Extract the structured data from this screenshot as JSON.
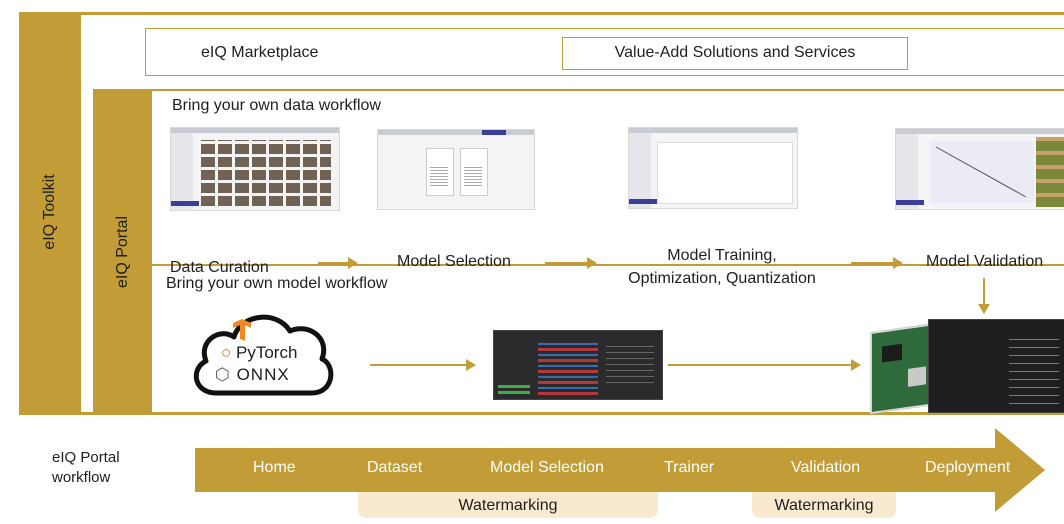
{
  "toolkit": {
    "label": "eIQ Toolkit"
  },
  "marketplace": {
    "label": "eIQ Marketplace",
    "value_add": "Value-Add Solutions and Services"
  },
  "portal": {
    "label": "eIQ Portal"
  },
  "byod": {
    "title": "Bring your own data workflow",
    "steps": [
      {
        "label": "Data Curation"
      },
      {
        "label": "Model Selection"
      },
      {
        "label": "Model Training,",
        "label2": "Optimization, Quantization"
      },
      {
        "label": "Model Validation"
      }
    ]
  },
  "byom": {
    "title": "Bring your own model workflow",
    "frameworks": [
      "PyTorch",
      "ONNX"
    ]
  },
  "workflow": {
    "label_line1": "eIQ Portal",
    "label_line2": "workflow",
    "stages": [
      "Home",
      "Dataset",
      "Model Selection",
      "Trainer",
      "Validation",
      "Deployment"
    ],
    "watermarking": [
      "Watermarking",
      "Watermarking"
    ]
  },
  "colors": {
    "gold": "#c29d37",
    "light_gold": "#f8e9cf",
    "text": "#1e1e1e"
  }
}
